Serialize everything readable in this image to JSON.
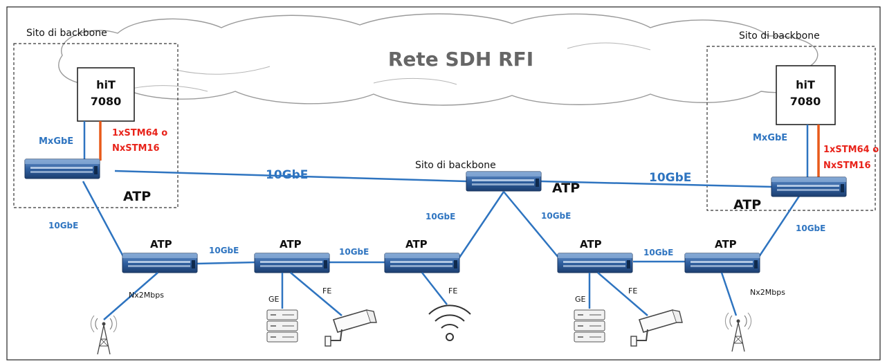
{
  "network": {
    "title": "Rete SDH RFI",
    "backbone_site_label": "Sito di backbone",
    "hit_line1": "hiT",
    "hit_line2": "7080",
    "mxgbe": "MxGbE",
    "stm_line1": "1xSTM64 o",
    "stm_line2": "NxSTM16",
    "link_10gbe": "10GbE",
    "atp": "ATP",
    "nx2mbps": "Nx2Mbps",
    "ge": "GE",
    "fe": "FE"
  },
  "colors": {
    "link_blue": "#2e74c0",
    "stm_red": "#e8231a",
    "device_blue": "#2a5f9e"
  },
  "icons": [
    "cloud-icon",
    "router-icon",
    "antenna-tower-icon",
    "server-rack-icon",
    "camera-icon",
    "wifi-icon"
  ]
}
